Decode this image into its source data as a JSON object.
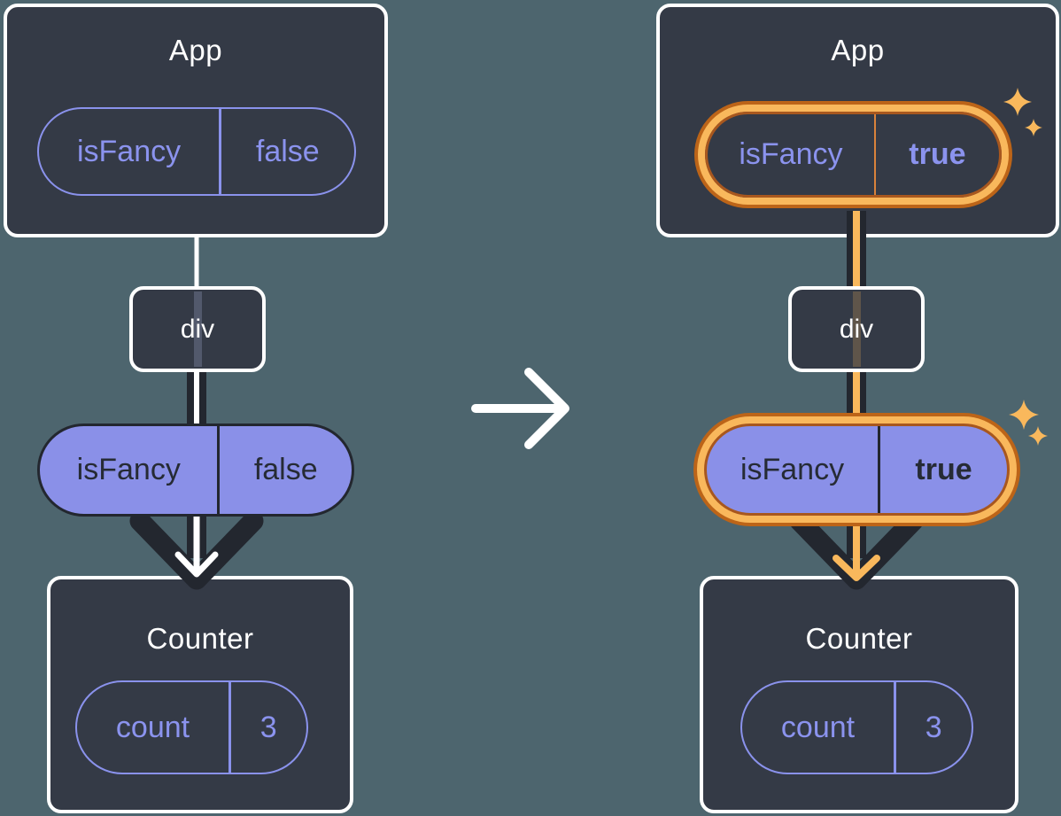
{
  "diagram_title": "React props flow comparison: isFancy false vs true",
  "colors": {
    "background": "#4D656E",
    "card_bg": "#343A46",
    "card_border": "#FFFFFF",
    "purple_fill": "#8A90E8",
    "purple_text": "#8B93EE",
    "purple_border": "#8A92EC",
    "dark_line": "#23272F",
    "orange_light": "#F9B85C",
    "orange_dark": "#BC6418",
    "white": "#FFFFFF"
  },
  "icons": {
    "transition_arrow": "right-arrow",
    "sparkles": "four-point-star",
    "flow_arrow": "down-chevron-arrow"
  },
  "left": {
    "app_title": "App",
    "app_prop_name": "isFancy",
    "app_prop_value": "false",
    "div_label": "div",
    "passed_prop_name": "isFancy",
    "passed_prop_value": "false",
    "counter_title": "Counter",
    "state_name": "count",
    "state_value": "3"
  },
  "right": {
    "app_title": "App",
    "app_prop_name": "isFancy",
    "app_prop_value": "true",
    "div_label": "div",
    "passed_prop_name": "isFancy",
    "passed_prop_value": "true",
    "counter_title": "Counter",
    "state_name": "count",
    "state_value": "3"
  }
}
